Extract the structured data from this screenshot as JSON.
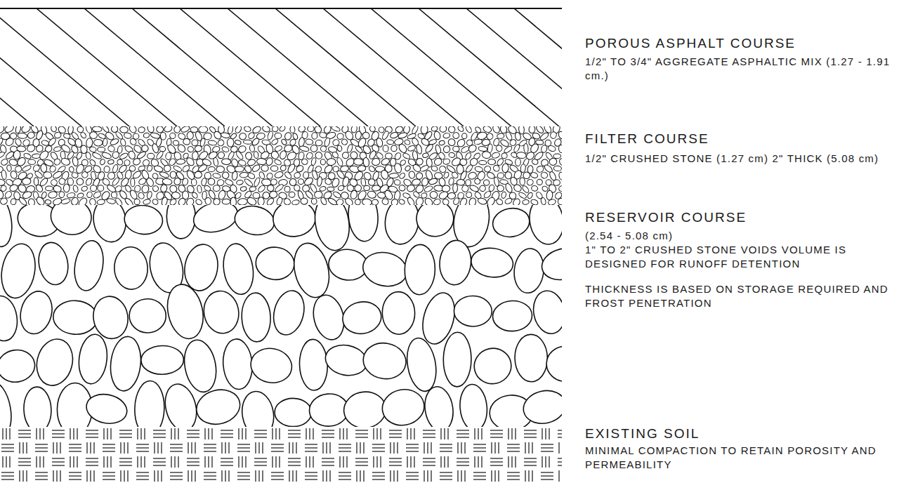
{
  "diagram": {
    "labels": [
      "POROUS ASPHALT COURSE",
      "1/2\" TO 3/4\" AGGREGATE ASPHALTIC MIX (1.27 - 1.91 cm.)",
      "FILTER COURSE",
      "1/2\" CRUSHED STONE (1.27 cm) 2\" THICK (5.08 cm)",
      "RESERVOIR COURSE",
      "(2.54 - 5.08 cm)",
      "1\" TO 2\" CRUSHED STONE VOIDS VOLUME IS DESIGNED FOR RUNOFF DETENTION",
      "THICKNESS IS BASED ON STORAGE REQUIRED AND FROST PENETRATION",
      "EXISTING SOIL",
      "MINIMAL COMPACTION TO RETAIN POROSITY AND PERMEABILITY"
    ]
  }
}
